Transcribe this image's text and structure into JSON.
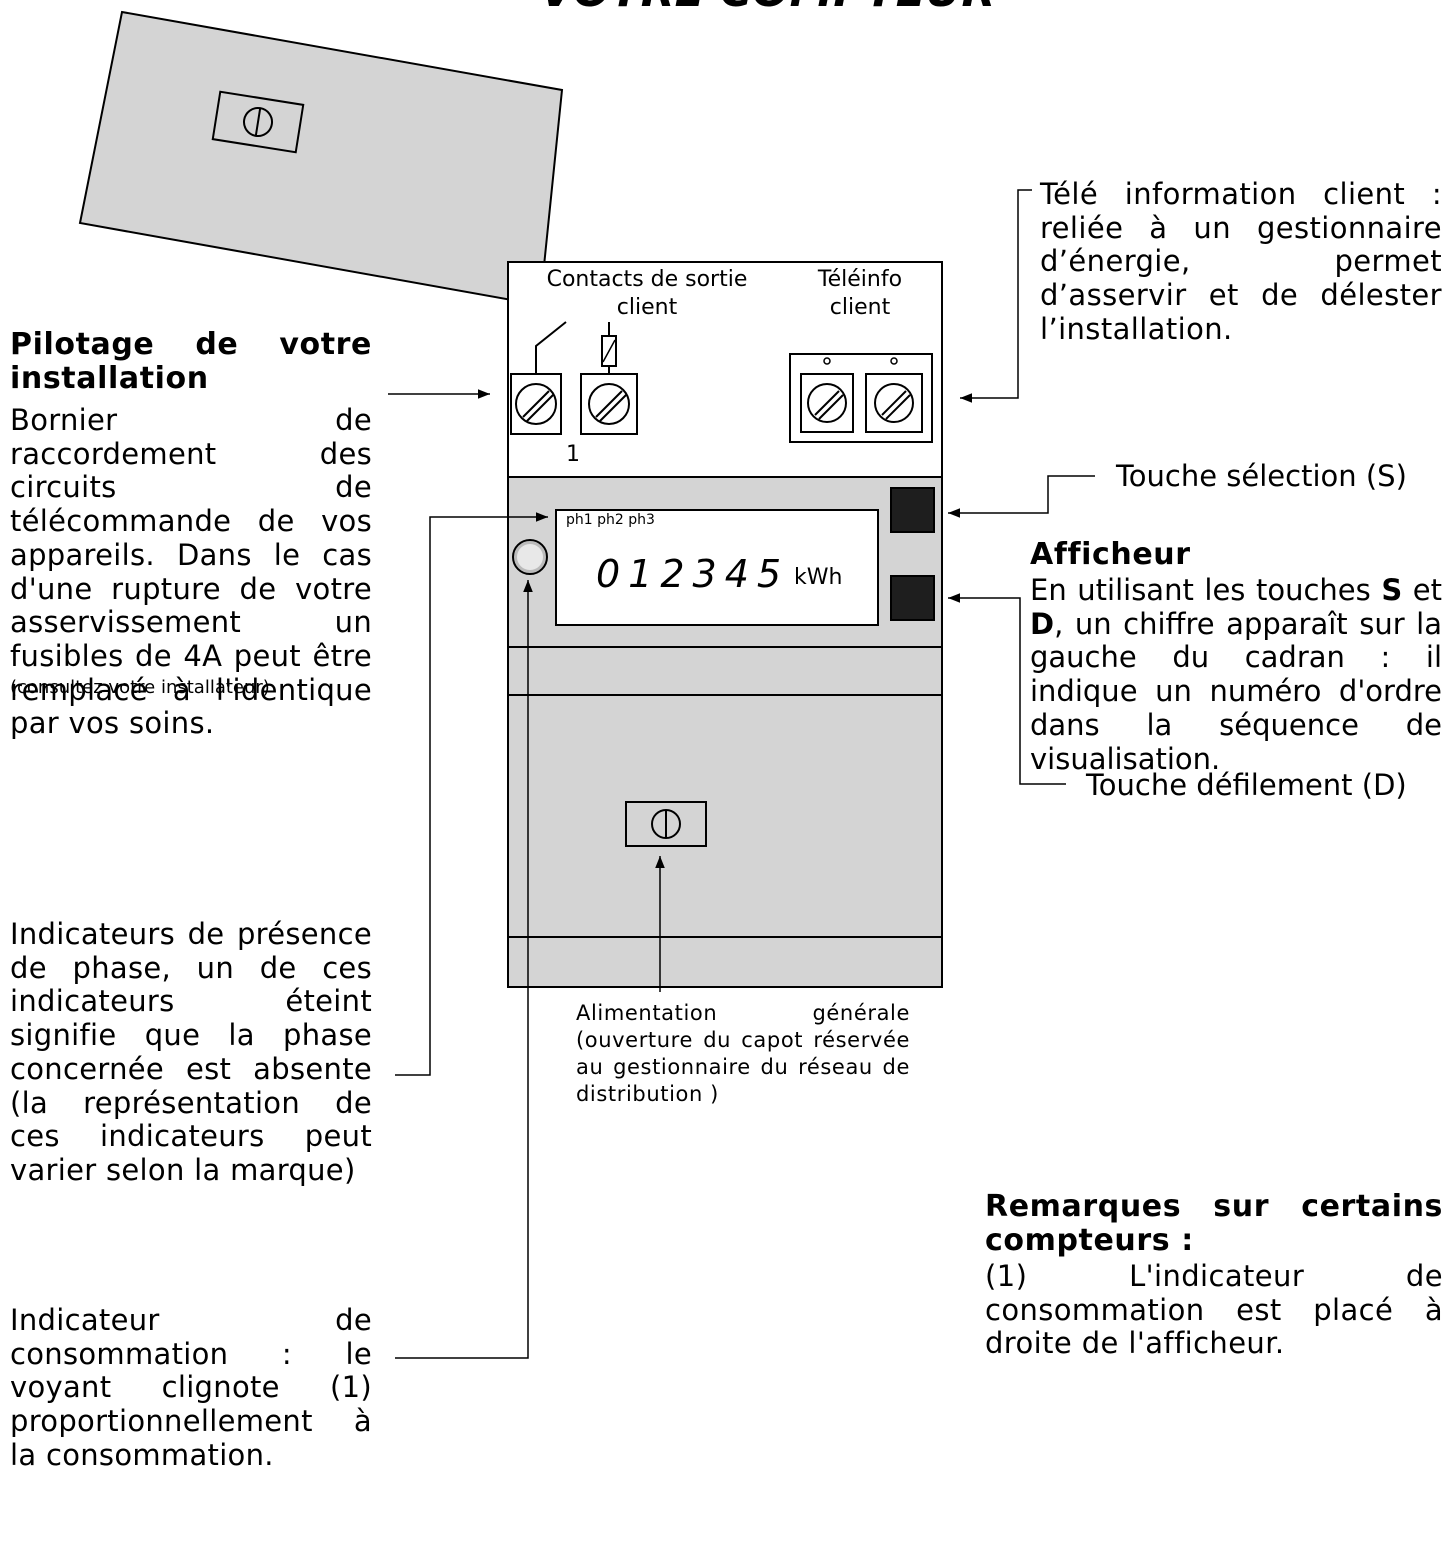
{
  "title": "VOTRE COMPTEUR",
  "meter": {
    "contacts_label": "Contacts de sortie\nclient",
    "teleinfo_label": "Téléinfo\nclient",
    "terminal_number": "1",
    "display_phases": "ph1 ph2 ph3",
    "display_value": "012345",
    "display_unit": "kWh"
  },
  "left": {
    "pilotage_title": "Pilotage de votre installation",
    "pilotage_body": "Bornier de raccordement des circuits de télécommande de vos appareils. Dans le cas d'une rupture de votre asservissement un fusibles de 4A peut être remplacé à l'identique par vos soins.",
    "pilotage_note": "(consultez votre installateur)",
    "phase_indicators": "Indicateurs de présence de phase, un de ces indicateurs éteint signifie que la phase concernée est absente (la représentation de ces indicateurs peut varier selon la marque)",
    "consumption_indicator": "Indicateur de consommation : le voyant clignote (1) proportionnellement à la consommation."
  },
  "right": {
    "teleinfo_text": "Télé information client : reliée à un gestionnaire d’énergie, permet d’asservir et de délester l’installation.",
    "select_key": "Touche sélection (S)",
    "afficheur_title": "Afficheur",
    "afficheur_body_1": "En utilisant les touches ",
    "afficheur_s": "S",
    "afficheur_body_2": " et ",
    "afficheur_d": "D",
    "afficheur_body_3": ", un chiffre apparaît sur la gauche du cadran : il indique un numéro d'ordre dans la séquence de visualisation.",
    "scroll_key": "Touche défilement (D)",
    "remarks_title": "Remarques sur certains compteurs :",
    "remarks_body": "(1) L'indicateur de consommation est placé à droite de l'afficheur."
  },
  "bottom": {
    "alimentation": "Alimentation générale (ouverture du capot réservée au gestionnaire du réseau de distribution )"
  }
}
